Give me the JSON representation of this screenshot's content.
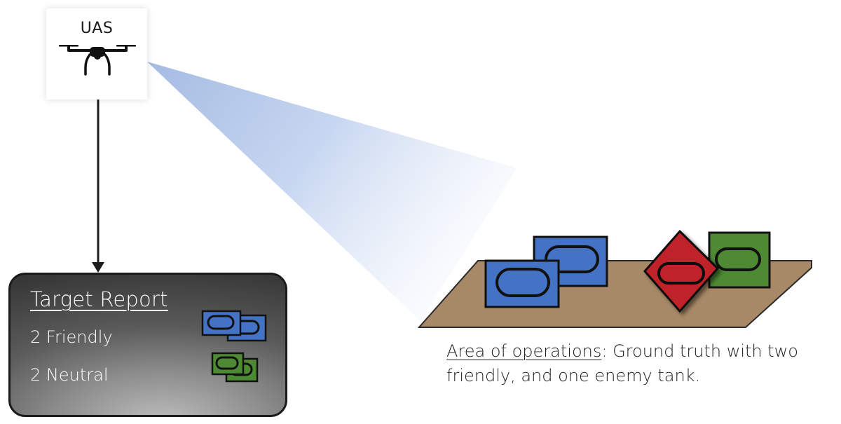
{
  "uas": {
    "label": "UAS"
  },
  "report": {
    "title": "Target Report",
    "friendly": "2 Friendly",
    "neutral": "2 Neutral"
  },
  "caption": {
    "heading": "Area of operations",
    "text": ": Ground truth with two friendly, and one enemy tank."
  },
  "colors": {
    "friendly": "#4472c4",
    "neutral": "#4e8a33",
    "enemy": "#c0202a",
    "ground": "#a88967",
    "sensor_beam": "#b4c7e7"
  },
  "icons": [
    "drone-icon",
    "friendly-tank-icon",
    "neutral-tank-icon",
    "enemy-tank-icon"
  ]
}
